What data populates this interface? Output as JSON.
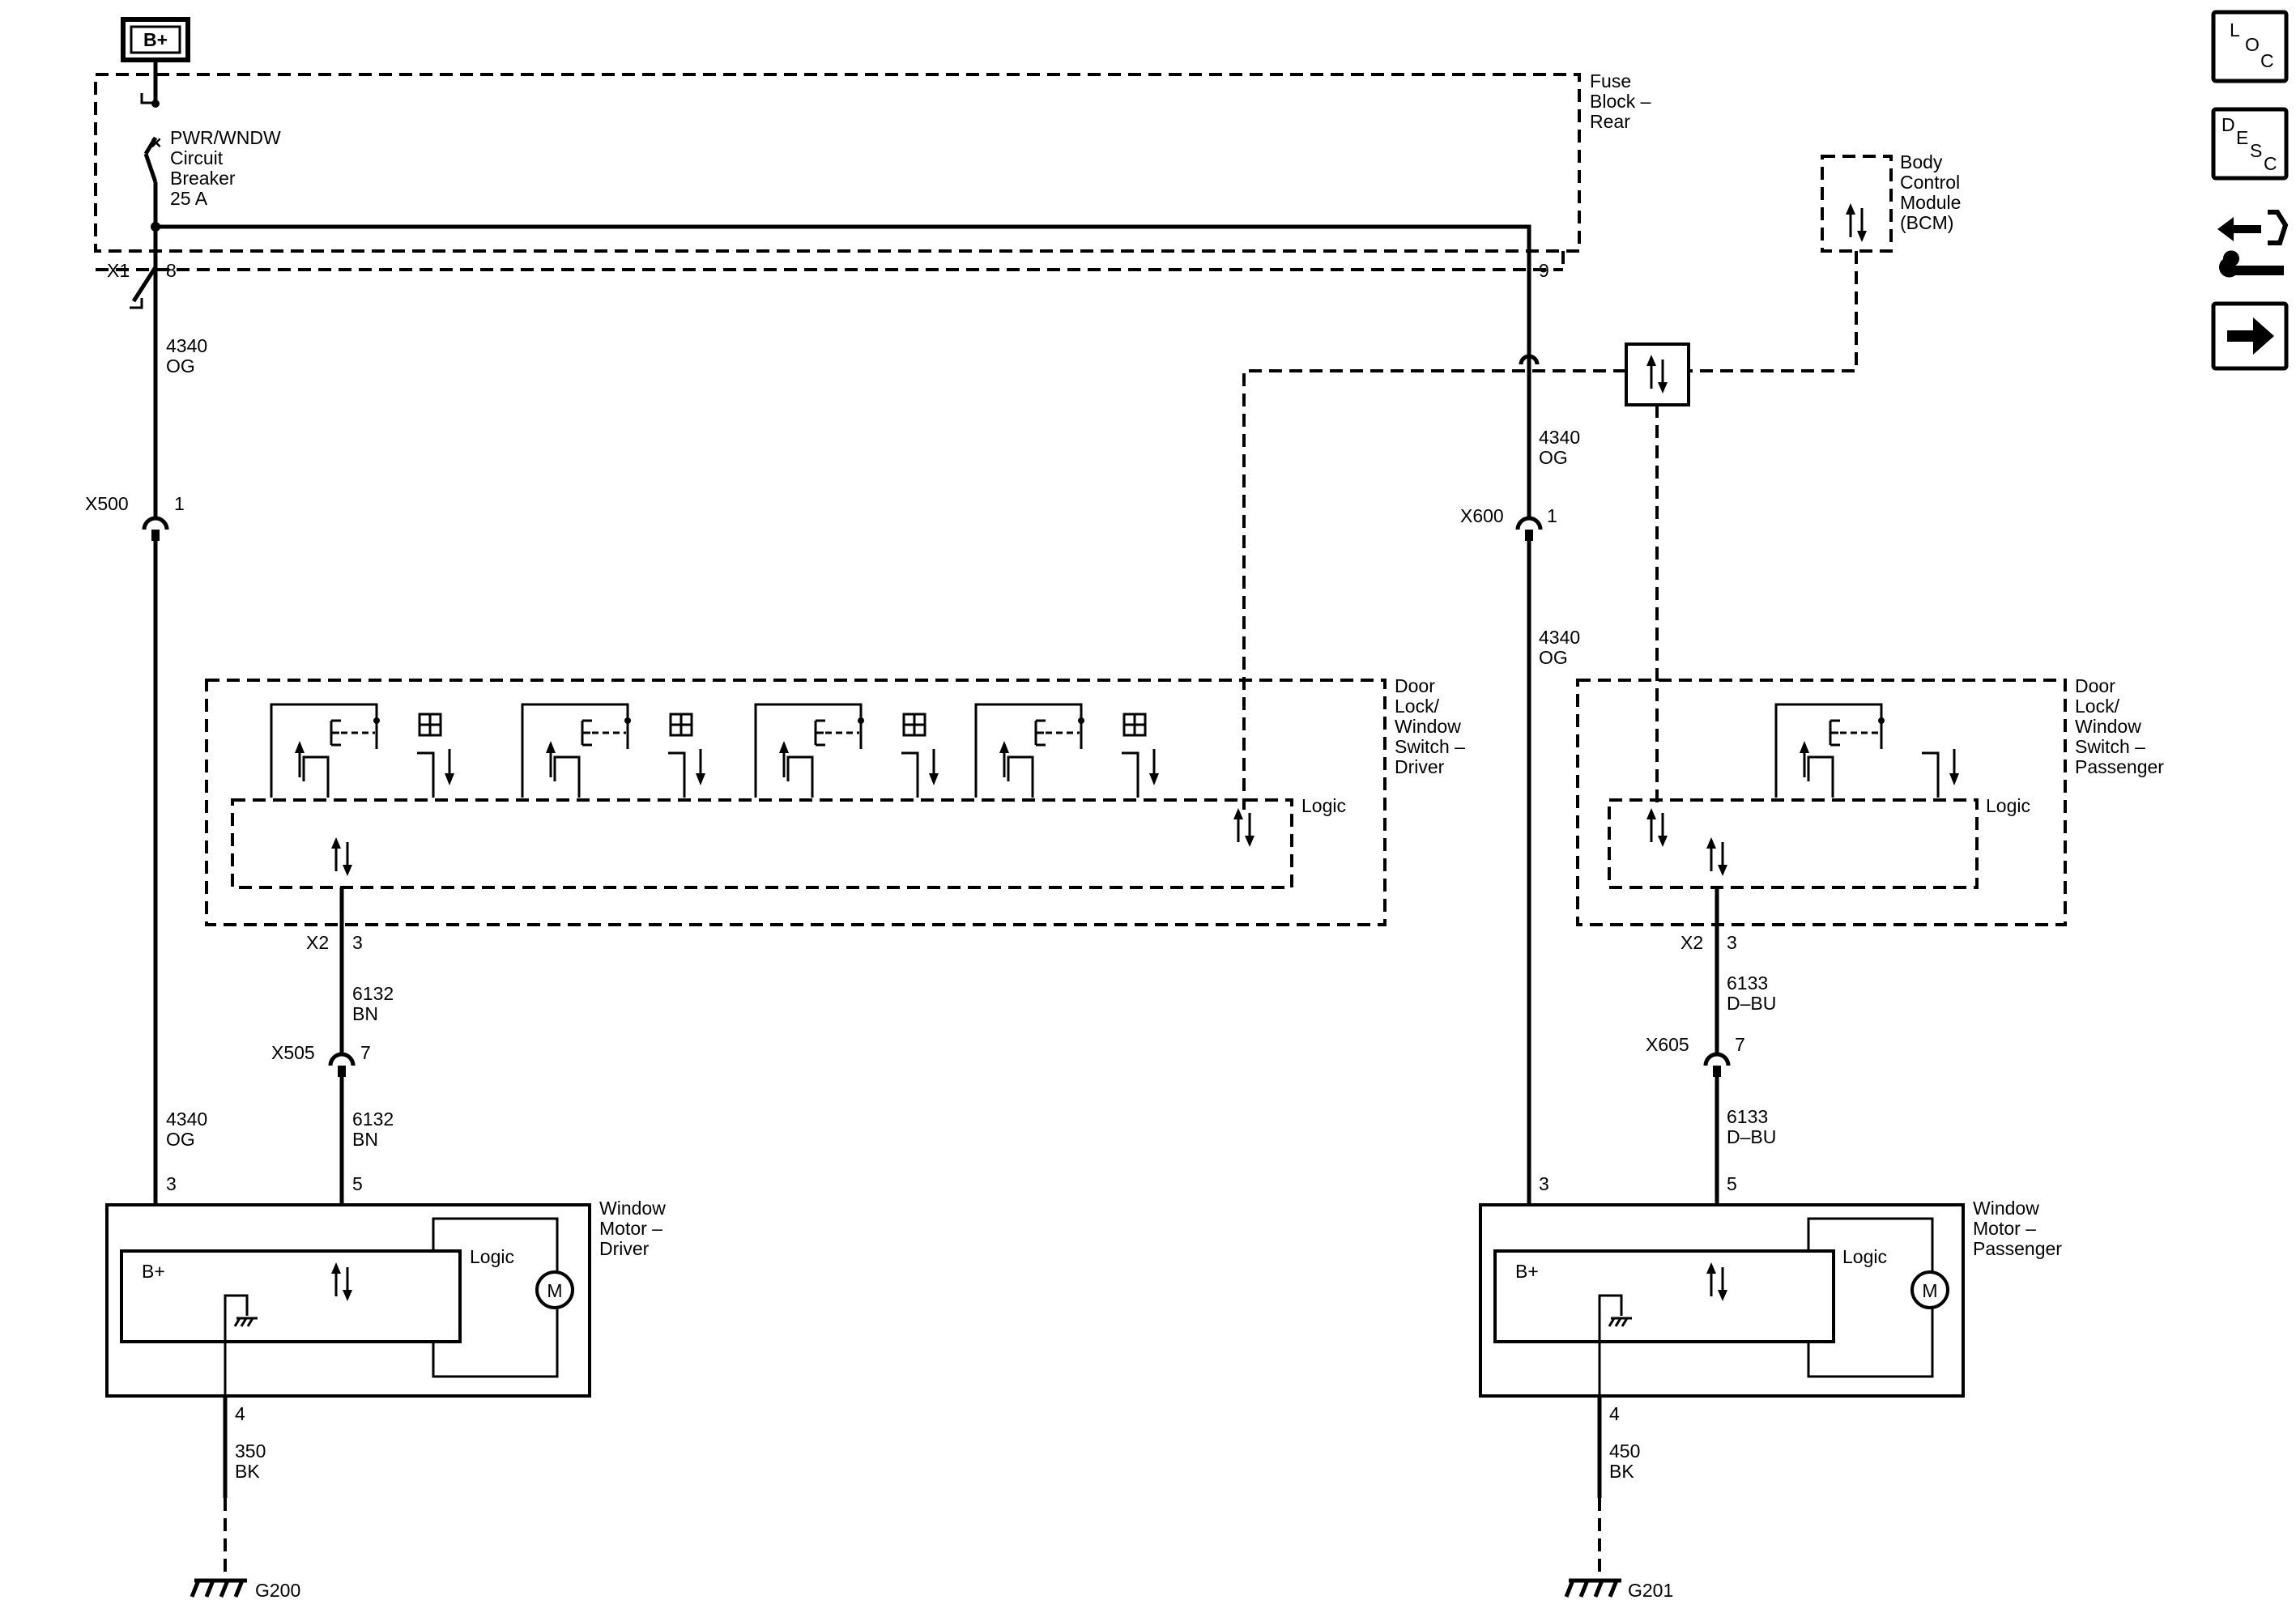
{
  "power": {
    "label": "B+"
  },
  "fuse_block": {
    "lines": [
      "Fuse",
      "Block –",
      "Rear"
    ]
  },
  "breaker": {
    "lines": [
      "PWR/WNDW",
      "Circuit",
      "Breaker",
      "25 A"
    ]
  },
  "fuse_connector": {
    "name": "X1",
    "pin_left": "8",
    "pin_right": "9"
  },
  "bcm": {
    "lines": [
      "Body",
      "Control",
      "Module",
      "(BCM)"
    ]
  },
  "wires": {
    "og_top": [
      "4340",
      "OG"
    ],
    "og_right_a": [
      "4340",
      "OG"
    ],
    "og_right_b": [
      "4340",
      "OG"
    ],
    "og_left_low": [
      "4340",
      "OG"
    ],
    "bn_a": [
      "6132",
      "BN"
    ],
    "bn_b": [
      "6132",
      "BN"
    ],
    "dbu_a": [
      "6133",
      "D–BU"
    ],
    "dbu_b": [
      "6133",
      "D–BU"
    ],
    "gnd_left": [
      "350",
      "BK"
    ],
    "gnd_right": [
      "450",
      "BK"
    ]
  },
  "connectors": {
    "x500": {
      "name": "X500",
      "pin": "1"
    },
    "x600": {
      "name": "X600",
      "pin": "1"
    },
    "x505": {
      "name": "X505",
      "pin": "7"
    },
    "x605": {
      "name": "X605",
      "pin": "7"
    },
    "x2_left": {
      "name": "X2",
      "pin": "3"
    },
    "x2_right": {
      "name": "X2",
      "pin": "3"
    }
  },
  "driver_switch": {
    "lines": [
      "Door",
      "Lock/",
      "Window",
      "Switch –",
      "Driver"
    ],
    "logic": "Logic"
  },
  "passenger_switch": {
    "lines": [
      "Door",
      "Lock/",
      "Window",
      "Switch –",
      "Passenger"
    ],
    "logic": "Logic"
  },
  "driver_motor": {
    "lines": [
      "Window",
      "Motor –",
      "Driver"
    ],
    "logic": "Logic",
    "bplus": "B+",
    "motor": "M",
    "pin_a": "3",
    "pin_b": "5",
    "pin_gnd": "4"
  },
  "passenger_motor": {
    "lines": [
      "Window",
      "Motor –",
      "Passenger"
    ],
    "logic": "Logic",
    "bplus": "B+",
    "motor": "M",
    "pin_a": "3",
    "pin_b": "5",
    "pin_gnd": "4"
  },
  "grounds": {
    "left": "G200",
    "right": "G201"
  },
  "nav": {
    "loc": [
      "L",
      "O",
      "C"
    ],
    "desc": [
      "D",
      "E",
      "S",
      "C"
    ]
  }
}
